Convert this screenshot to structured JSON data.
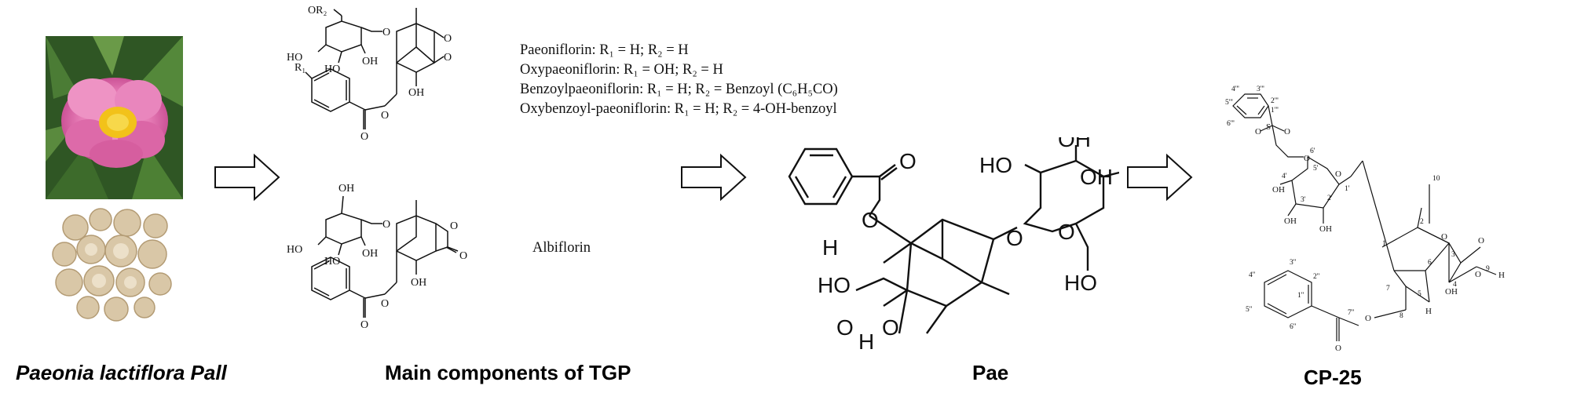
{
  "panels": {
    "plant": {
      "caption": "Paeonia lactiflora Pall"
    },
    "tgp": {
      "caption": "Main components of TGP",
      "r_group_lines": [
        "Paeoniflorin: R₁ = H; R₂ = H",
        "Oxypaeoniflorin: R₁ = OH; R₂ = H",
        "Benzoylpaeoniflorin: R₁ = H; R₂ = Benzoyl (C₆H₅CO)",
        "Oxybenzoyl-paeoniflorin: R₁ = H; R₂ = 4-OH-benzoyl"
      ],
      "albiflorin_label": "Albiflorin",
      "atoms": {
        "or2": "OR₂",
        "r1": "R₁",
        "ho": "HO",
        "oh": "OH",
        "o": "O"
      }
    },
    "pae": {
      "caption": "Pae",
      "atoms": {
        "oh": "OH",
        "ho": "HO",
        "h": "H",
        "o": "O"
      }
    },
    "cp25": {
      "caption": "CP-25",
      "atoms": {
        "s": "S",
        "o": "O",
        "oh": "OH",
        "h": "H"
      },
      "numbering": [
        "1",
        "2",
        "3",
        "4",
        "5",
        "6",
        "7",
        "8",
        "9",
        "10",
        "1'",
        "2'",
        "3'",
        "4'",
        "5'",
        "6'",
        "1''",
        "2''",
        "3''",
        "4''",
        "5''",
        "6''",
        "7''",
        "1'''",
        "2'''",
        "3'''",
        "4'''",
        "5'''",
        "6'''"
      ]
    }
  },
  "arrows": [
    "arrow-1",
    "arrow-2",
    "arrow-3"
  ],
  "colors": {
    "ink": "#111111",
    "petal": "#e57ab4",
    "stamen": "#f2c21a",
    "leaf": "#3f6d2e",
    "root_slice": "#d9c7a7"
  }
}
